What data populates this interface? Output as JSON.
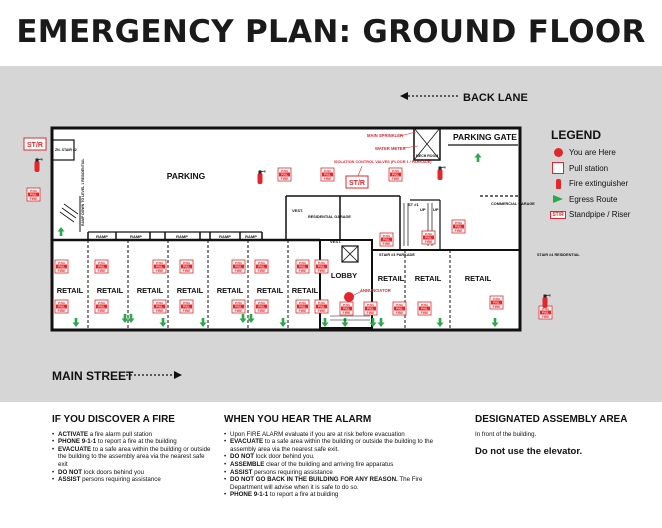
{
  "title": "EMERGENCY PLAN: GROUND FLOOR",
  "streets": {
    "back_lane": "BACK LANE",
    "main_street": "MAIN STREET"
  },
  "legend": {
    "title": "LEGEND",
    "items": [
      {
        "icon": "you-are-here-icon",
        "label": "You are Here"
      },
      {
        "icon": "pull-station-icon",
        "label": "Pull station"
      },
      {
        "icon": "fire-extinguisher-icon",
        "label": "Fire extinguisher"
      },
      {
        "icon": "egress-route-icon",
        "label": "Egress Route"
      },
      {
        "icon": "standpipe-icon",
        "label": "Standpipe / Riser"
      }
    ]
  },
  "plan_labels": {
    "parking": "PARKING",
    "parking_gate": "PARKING GATE",
    "retail": "RETAIL",
    "lobby": "LOBBY",
    "ramp": "RAMP",
    "vest": "VEST.",
    "residential_garage": "RESIDENTIAL GARAGE",
    "commercial_garage": "COMMERCIAL GARAGE",
    "main_sprinkler": "MAIN SPRINKLER",
    "water_meter": "WATER METER",
    "mech_room": "MECH ROOM",
    "isolation_valves": "ISOLATION CONTROL VALVES (FLOOR 1 / PARKADE)",
    "annunciator": "ANNUNCIATOR",
    "stair1": "ST #1",
    "up": "UP",
    "stair2": "ZN. STAIR #2",
    "stair3": "STAIR #3 PARKADE",
    "stair4": "STAIR #4 RESIDENTIAL",
    "ramp_down": "RAMP DOWN TO LEVEL 1 RESIDENTIAL",
    "str": "ST/R",
    "pull_top": "PUSH",
    "pull_mid": "PULL",
    "pull_bot": "FIRE"
  },
  "sections": {
    "discover": {
      "title": "IF YOU DISCOVER A FIRE",
      "items": [
        {
          "bold": "ACTIVATE",
          "text": " a fire alarm pull station"
        },
        {
          "bold": "PHONE 9-1-1",
          "text": " to report a fire at the building"
        },
        {
          "bold": "EVACUATE",
          "text": " to a safe area within the building or outside the building to the assembly area via the nearest safe exit"
        },
        {
          "bold": "DO NOT",
          "text": " lock doors behind you"
        },
        {
          "bold": "ASSIST",
          "text": " persons requiring assistance"
        }
      ]
    },
    "alarm": {
      "title": "WHEN YOU HEAR THE ALARM",
      "items": [
        {
          "bold": "",
          "text": "Upon FIRE ALARM evaluate if you are at risk before evacuation"
        },
        {
          "bold": "EVACUATE",
          "text": " to a safe area within the building or outside the building to the assembly area via the nearest safe exit."
        },
        {
          "bold": "DO NOT",
          "text": " lock door behind you."
        },
        {
          "bold": "ASSEMBLE",
          "text": " clear of the building and arriving fire apparatus"
        },
        {
          "bold": "ASSIST",
          "text": " persons requiring assistance"
        },
        {
          "bold": "DO NOT GO BACK IN THE BUILDING FOR ANY REASON.",
          "text": " The Fire Department will advise when it is safe to do so."
        },
        {
          "bold": "PHONE 9-1-1",
          "text": " to report a fire at building"
        }
      ]
    },
    "assembly": {
      "title": "DESIGNATED ASSEMBLY AREA",
      "location": "In front of the building.",
      "note": "Do not use the elevator."
    }
  }
}
